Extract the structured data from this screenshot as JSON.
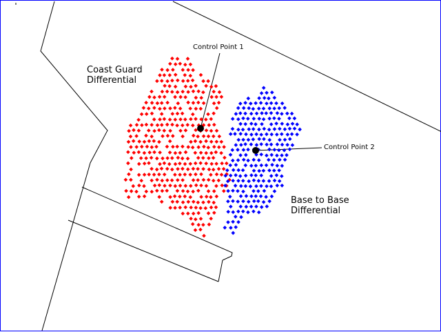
{
  "colors": {
    "border": "#0000ff",
    "lines": "#000000",
    "coast_guard": "#ff0000",
    "base_to_base": "#0000ff",
    "control_point": "#000000"
  },
  "labels": {
    "coast_guard_line1": "Coast Guard",
    "coast_guard_line2": "Differential",
    "base_line1": "Base to Base",
    "base_line2": "Differential",
    "control_point_1": "Control Point 1",
    "control_point_2": "Control Point 2"
  }
}
